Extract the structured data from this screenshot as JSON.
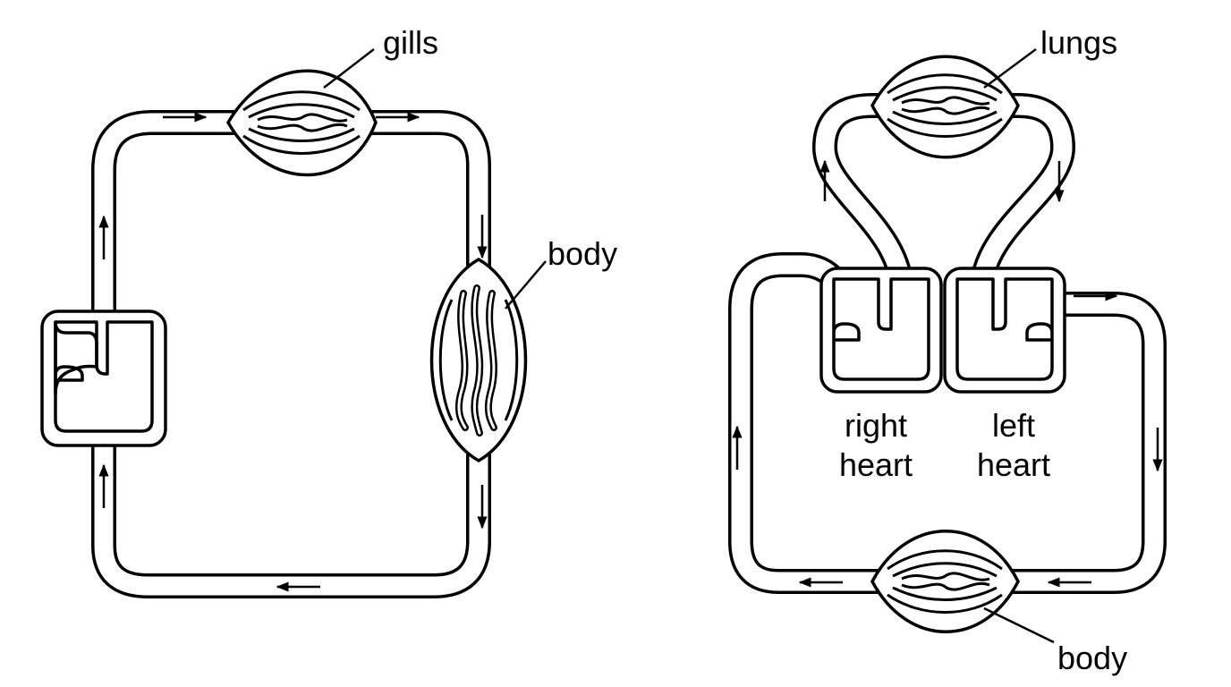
{
  "labels": {
    "gills": "gills",
    "body_left": "body",
    "lungs": "lungs",
    "body_right": "body",
    "right_heart_1": "right",
    "right_heart_2": "heart",
    "left_heart_1": "left",
    "left_heart_2": "heart"
  },
  "colors": {
    "stroke": "#000000",
    "background": "#ffffff"
  }
}
